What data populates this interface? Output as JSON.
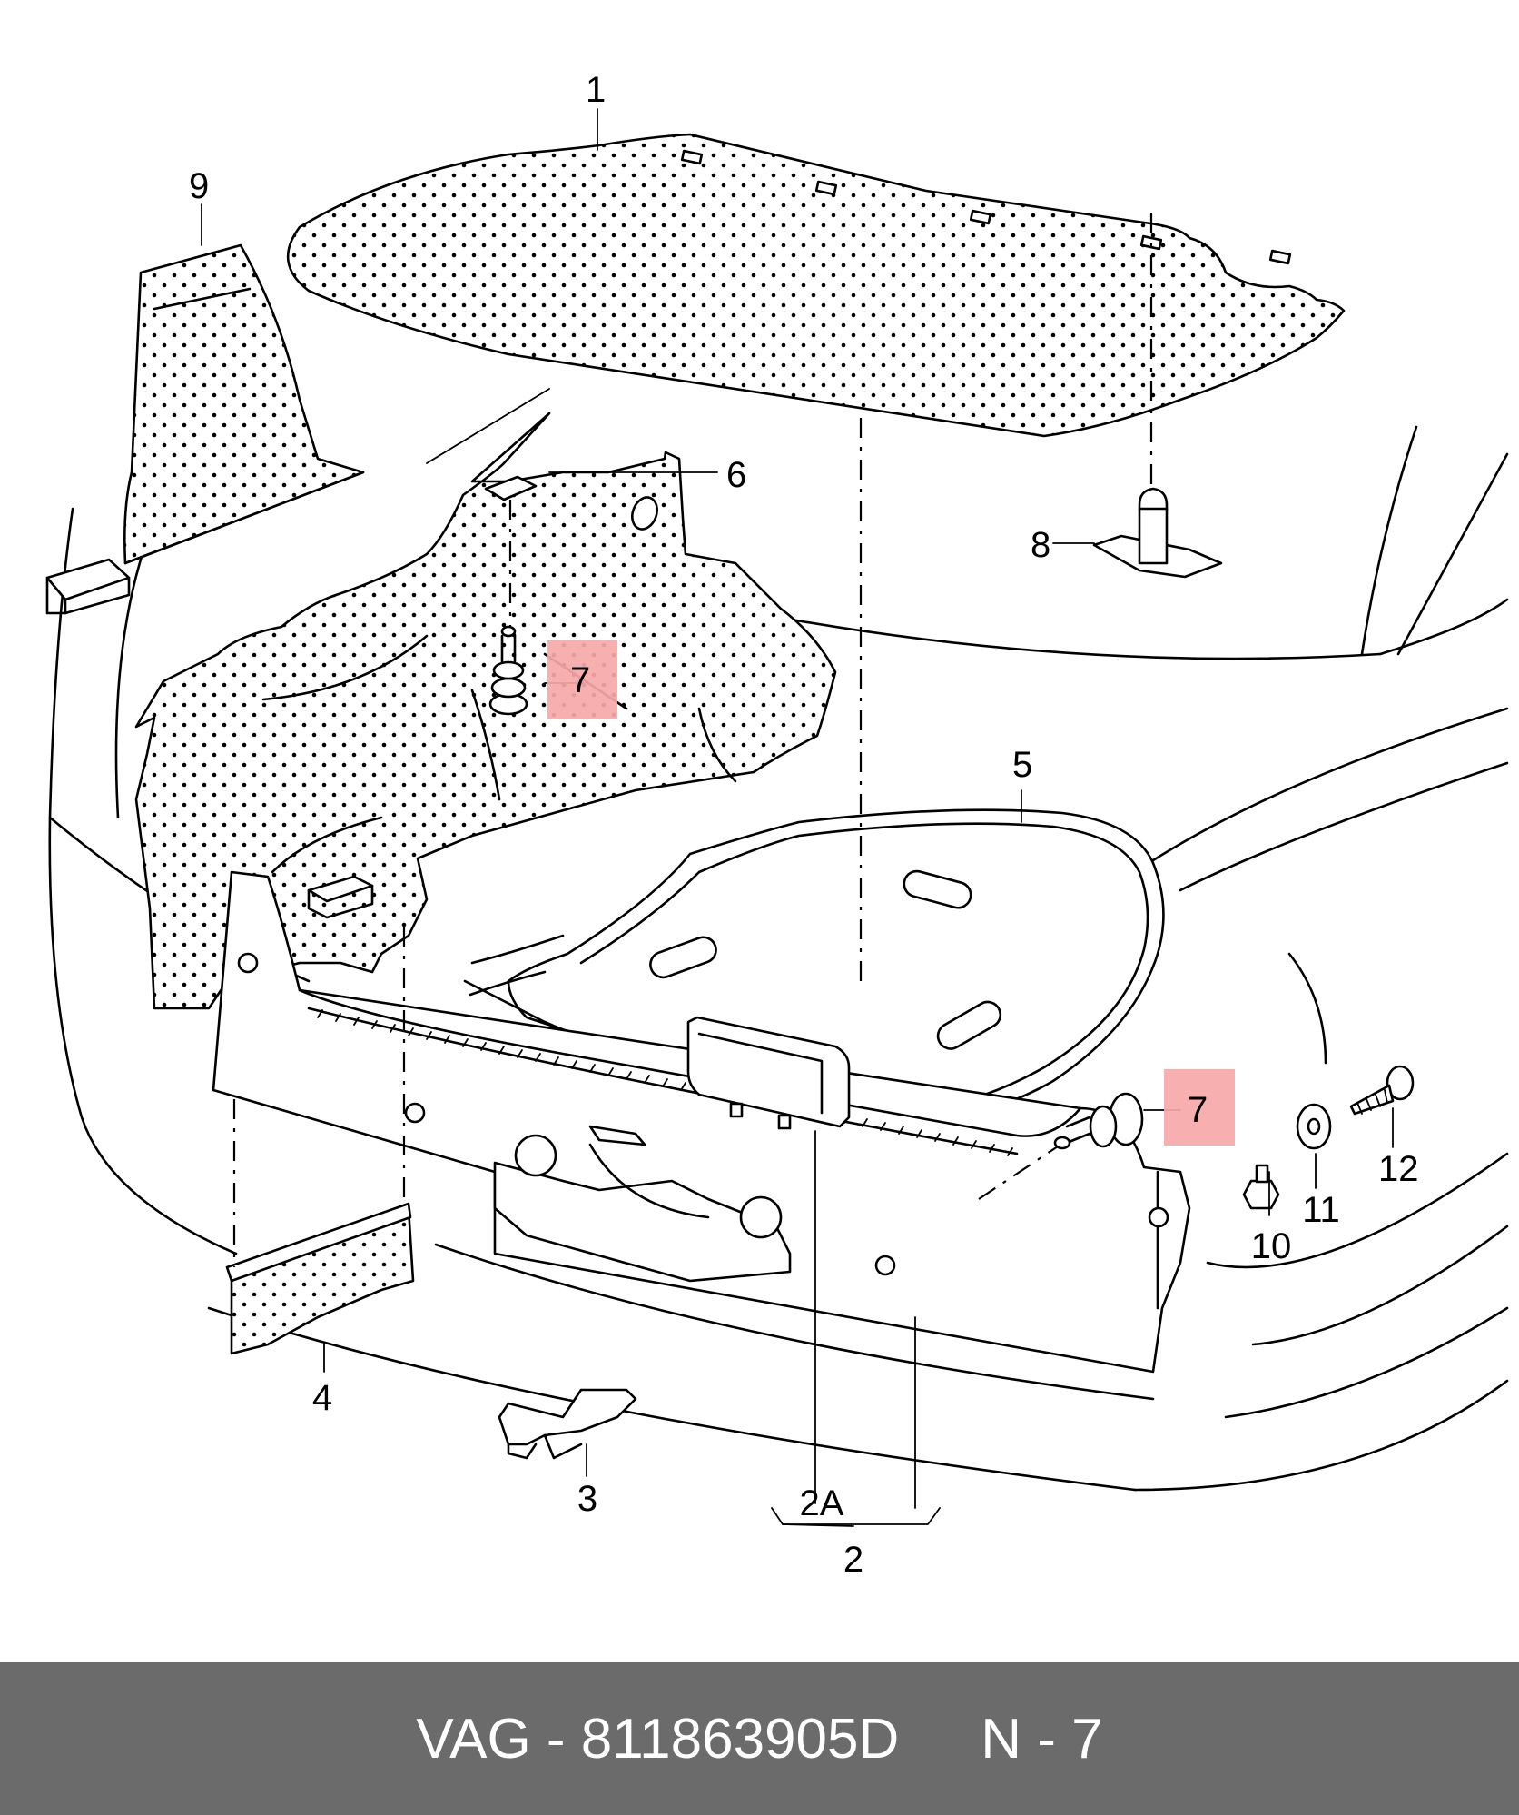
{
  "callouts": {
    "c1": "1",
    "c2": "2",
    "c2a": "2A",
    "c3": "3",
    "c4": "4",
    "c5": "5",
    "c6": "6",
    "c7a": "7",
    "c7b": "7",
    "c8": "8",
    "c9": "9",
    "c10": "10",
    "c11": "11",
    "c12": "12"
  },
  "highlight_color": "#f7a8a8",
  "footer": {
    "part_ref": "VAG - 811863905D",
    "position": "N - 7",
    "background": "#6b6b6b"
  }
}
